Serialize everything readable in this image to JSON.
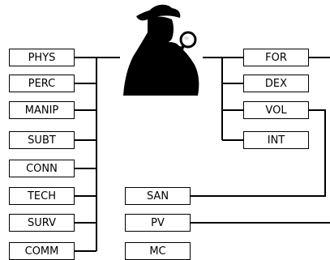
{
  "left_column": [
    "PHYS",
    "PERC",
    "MANIP",
    "SUBT",
    "CONN",
    "TECH",
    "SURV",
    "COMM"
  ],
  "right_column": [
    "FOR",
    "DEX",
    "VOL",
    "INT"
  ],
  "bottom_column": [
    "SAN",
    "PV",
    "MC"
  ],
  "icon": {
    "name": "detective-magnifier-icon",
    "color": "#000000"
  },
  "colors": {
    "line": "#000000",
    "box_border": "#000000",
    "background": "#ffffff"
  }
}
